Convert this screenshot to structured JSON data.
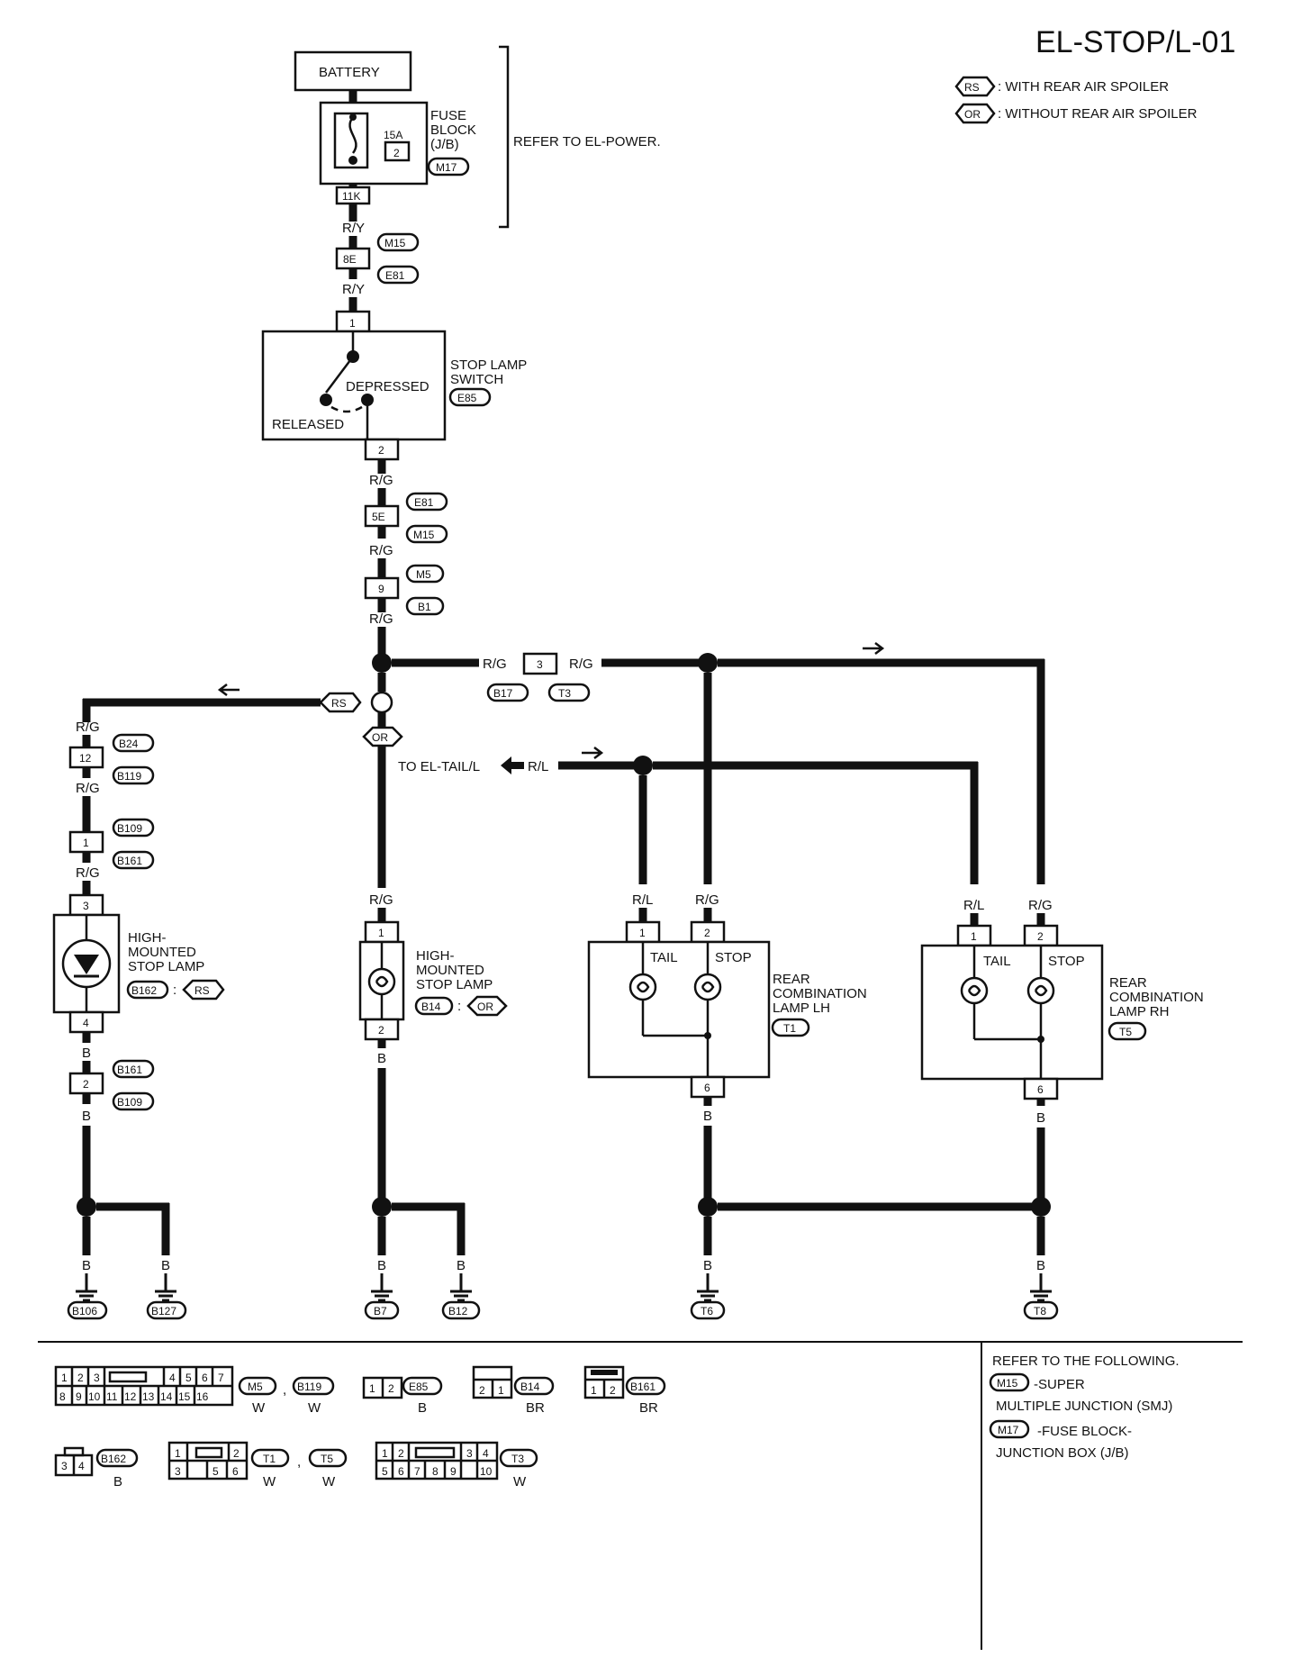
{
  "title": "EL-STOP/L-01",
  "legend": {
    "rs_tag": "RS",
    "rs_text": ": WITH REAR AIR SPOILER",
    "or_tag": "OR",
    "or_text": ": WITHOUT REAR AIR SPOILER"
  },
  "power": {
    "battery": "BATTERY",
    "fuse_amp": "15A",
    "fuse_num": "2",
    "fuse_block_line1": "FUSE",
    "fuse_block_line2": "BLOCK",
    "fuse_block_line3": "(J/B)",
    "fuse_connector": "M17",
    "fuse_out_pin": "11K",
    "refer": "REFER TO EL-POWER."
  },
  "wires": {
    "ry": "R/Y",
    "rg": "R/G",
    "rl": "R/L",
    "b": "B"
  },
  "connectors": {
    "c8e": "8E",
    "m15": "M15",
    "e81": "E81",
    "c5e": "5E",
    "c9": "9",
    "m5": "M5",
    "b1": "B1",
    "c3": "3",
    "b17": "B17",
    "t3": "T3",
    "c12": "12",
    "b24": "B24",
    "b119": "B119",
    "c1": "1",
    "b109": "B109",
    "b161": "B161",
    "c2": "2",
    "c4": "4",
    "c6": "6"
  },
  "switch": {
    "pin_in": "1",
    "pin_out": "2",
    "depressed": "DEPRESSED",
    "released": "RELEASED",
    "name1": "STOP LAMP",
    "name2": "SWITCH",
    "connector": "E85"
  },
  "branches": {
    "rs": "RS",
    "or": "OR",
    "to_tail": "TO EL-TAIL/L"
  },
  "hmsl_rs": {
    "name1": "HIGH-",
    "name2": "MOUNTED",
    "name3": "STOP LAMP",
    "connector": "B162",
    "tag": "RS",
    "pin_top": "3",
    "pin_bottom": "4"
  },
  "hmsl_or": {
    "name1": "HIGH-",
    "name2": "MOUNTED",
    "name3": "STOP LAMP",
    "connector": "B14",
    "tag": "OR",
    "pin_top": "1",
    "pin_bottom": "2"
  },
  "lamp_lh": {
    "tail": "TAIL",
    "stop": "STOP",
    "name1": "REAR",
    "name2": "COMBINATION",
    "name3": "LAMP LH",
    "connector": "T1",
    "pin1": "1",
    "pin2": "2",
    "pin6": "6"
  },
  "lamp_rh": {
    "tail": "TAIL",
    "stop": "STOP",
    "name1": "REAR",
    "name2": "COMBINATION",
    "name3": "LAMP RH",
    "connector": "T5",
    "pin1": "1",
    "pin2": "2",
    "pin6": "6"
  },
  "grounds": [
    "B106",
    "B127",
    "B7",
    "B12",
    "T6",
    "T8"
  ],
  "footer": {
    "m5_top": [
      "1",
      "2",
      "3",
      "",
      "4",
      "5",
      "6",
      "7"
    ],
    "m5_bottom": [
      "8",
      "9",
      "10",
      "11",
      "12",
      "13",
      "14",
      "15",
      "16"
    ],
    "m5_ids": [
      "M5",
      "B119"
    ],
    "m5_colors": [
      "W",
      "W"
    ],
    "e85_pins": [
      "1",
      "2"
    ],
    "e85_id": "E85",
    "e85_color": "B",
    "b14_pins": [
      "2",
      "1"
    ],
    "b14_id": "B14",
    "b14_color": "BR",
    "b161_pins": [
      "1",
      "2"
    ],
    "b161_id": "B161",
    "b161_color": "BR",
    "b162_pins": [
      "3",
      "4"
    ],
    "b162_id": "B162",
    "b162_color": "B",
    "t1_top": [
      "1",
      "",
      "2"
    ],
    "t1_bottom": [
      "3",
      "5",
      "6"
    ],
    "t1_ids": [
      "T1",
      "T5"
    ],
    "t1_colors": [
      "W",
      "W"
    ],
    "t3_top": [
      "1",
      "2",
      "",
      "3",
      "4"
    ],
    "t3_bottom": [
      "5",
      "6",
      "7",
      "8",
      "9",
      "10"
    ],
    "t3_id": "T3",
    "t3_color": "W",
    "refer_title": "REFER TO THE FOLLOWING.",
    "m15_id": "M15",
    "m15_text1": "-SUPER",
    "m15_text2": "MULTIPLE JUNCTION (SMJ)",
    "m17_id": "M17",
    "m17_text1": "-FUSE BLOCK-",
    "m17_text2": "JUNCTION BOX (J/B)"
  }
}
